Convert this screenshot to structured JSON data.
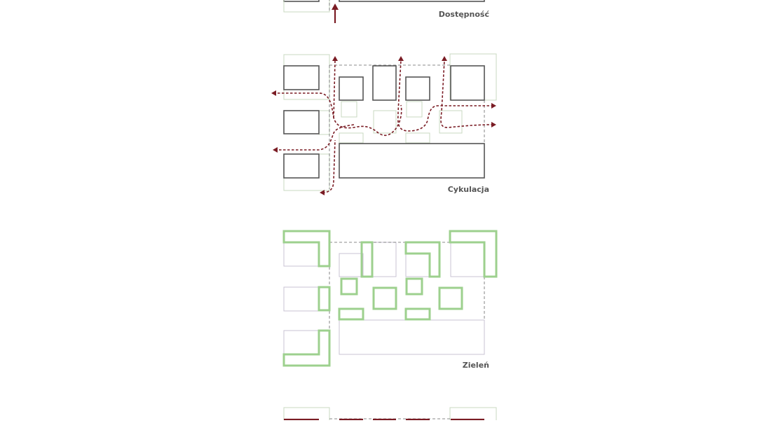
{
  "labels": {
    "access": "Dostępność",
    "circulation": "Cykulacja",
    "greenery": "Zieleń"
  },
  "colors": {
    "background": "#ffffff",
    "building": "#555555",
    "plot_outline": "#c8d8c0",
    "boundary_dash": "#666666",
    "path": "#7a1c24",
    "green": "#9dd08e",
    "label": "#555555"
  }
}
